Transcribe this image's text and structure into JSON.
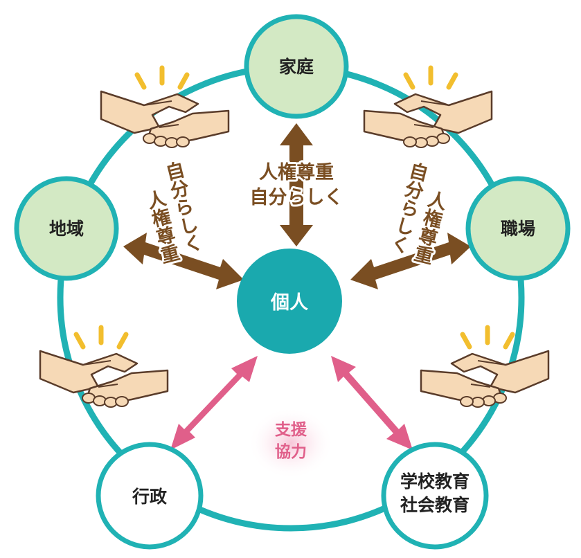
{
  "nodes": {
    "family": "家庭",
    "community": "地域",
    "workplace": "職場",
    "individual": "個人",
    "government": "行政",
    "education_line1": "学校教育",
    "education_line2": "社会教育"
  },
  "arrow_labels": {
    "top_line1": "人権尊重",
    "top_line2": "自分らしく",
    "left_col1": "自分らしく",
    "left_col2": "人権尊重",
    "right_col1": "自分らしく",
    "right_col2": "人権尊重"
  },
  "support": {
    "line1": "支援",
    "line2": "協力"
  },
  "colors": {
    "ring": "#20b2b4",
    "green_fill": "#d3e9c4",
    "center_fill": "#1aa9ae",
    "brown": "#7a4e22",
    "pink": "#e05f8a",
    "sparkle": "#f2be2e",
    "skin": "#f6d9b6",
    "skin_stroke": "#5a3c2a"
  },
  "icons": [
    "handshake-icon",
    "sparkle-icon"
  ]
}
